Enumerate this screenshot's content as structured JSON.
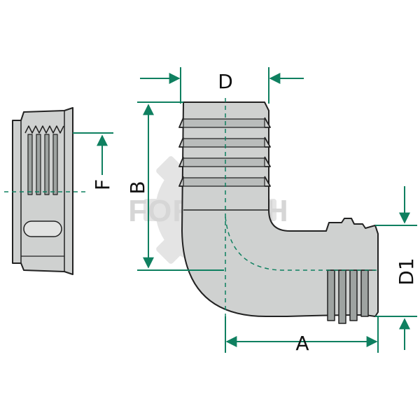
{
  "watermark": {
    "text": "FORMECH"
  },
  "dimensions": {
    "d": "D",
    "b": "B",
    "f": "F",
    "a": "A",
    "d1": "D1"
  },
  "colors": {
    "part_fill": "#cfd1d0",
    "part_shadow": "#9ea3a1",
    "outline": "#222222",
    "dimension_lines": "#0f8060",
    "watermark": "#d6d6d6"
  }
}
